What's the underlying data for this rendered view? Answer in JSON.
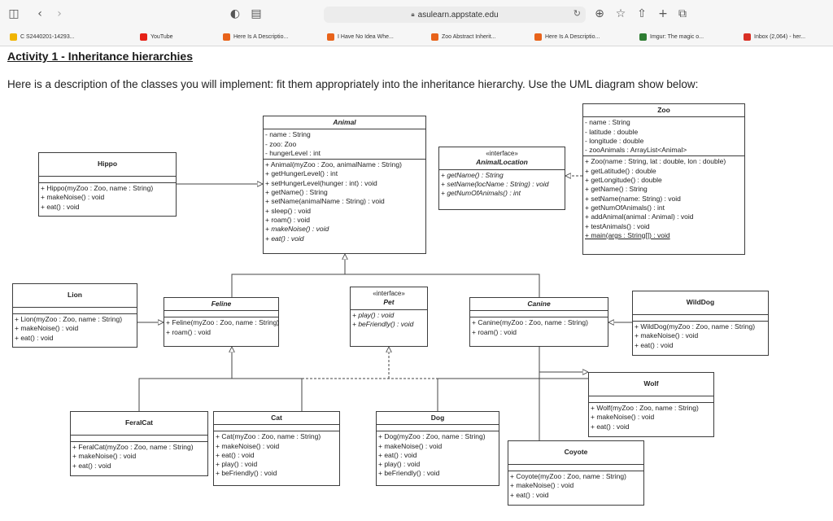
{
  "browser": {
    "url": "asulearn.appstate.edu",
    "bookmarks": [
      {
        "label": "C S2440201-14293...",
        "color": "#f0b400",
        "icon": "asu-star-icon"
      },
      {
        "label": "YouTube",
        "color": "#e62117",
        "icon": "youtube-icon"
      },
      {
        "label": "Here Is A Descriptio...",
        "color": "#e8631a",
        "icon": "chegg-icon"
      },
      {
        "label": "I Have No Idea Whe...",
        "color": "#e8631a",
        "icon": "chegg-icon"
      },
      {
        "label": "Zoo Abstract Inherit...",
        "color": "#e8631a",
        "icon": "chegg-icon"
      },
      {
        "label": "Here Is A Descriptio...",
        "color": "#e8631a",
        "icon": "chegg-icon"
      },
      {
        "label": "Imgur: The magic o...",
        "color": "#2e7d32",
        "icon": "imgur-icon"
      },
      {
        "label": "Inbox (2,064) - her...",
        "color": "#d93025",
        "icon": "gmail-icon"
      }
    ]
  },
  "page": {
    "heading": "Activity 1 - Inheritance hierarchies",
    "intro": "Here is a description of the classes you will implement: fit them appropriately into the inheritance hierarchy.  Use the UML diagram show below:"
  },
  "uml": {
    "hippo": {
      "name": "Hippo",
      "attributes": [],
      "methods": [
        "+ Hippo(myZoo : Zoo, name : String)",
        "+ makeNoise() : void",
        "+ eat() : void"
      ]
    },
    "animal": {
      "name": "Animal",
      "attributes": [
        "- name : String",
        "- zoo: Zoo",
        "- hungerLevel : int"
      ],
      "methods": [
        "+ Animal(myZoo : Zoo, animalName : String)",
        "+ getHungerLevel() : int",
        "+ setHungerLevel(hunger : int) : void",
        "+ getName() : String",
        "+ setName(animalName : String) : void",
        "+ sleep() : void",
        "+ roam() : void",
        "+ makeNoise() : void",
        "+ eat() : void"
      ]
    },
    "animallocation": {
      "stereotype": "«interface»",
      "name": "AnimalLocation",
      "methods": [
        "+ getName() : String",
        "+ setName(locName : String) : void",
        "+ getNumOfAnimals() : int"
      ]
    },
    "zoo": {
      "name": "Zoo",
      "attributes": [
        "- name : String",
        "- latitude : double",
        "- longitude : double",
        "- zooAnimals : ArrayList<Animal>"
      ],
      "methods": [
        "+ Zoo(name : String, lat : double, lon : double)",
        "+ getLatitude() : double",
        "+ getLongitude() : double",
        "+ getName() : String",
        "+ setName(name: String) : void",
        "+ getNumOfAnimals() : int",
        "+ addAnimal(animal : Animal) : void",
        "+ testAnimals() : void",
        "+ main(args : String[]) : void"
      ]
    },
    "lion": {
      "name": "Lion",
      "attributes": [],
      "methods": [
        "+ Lion(myZoo : Zoo, name : String)",
        "+ makeNoise() : void",
        "+ eat() : void"
      ]
    },
    "feline": {
      "name": "Feline",
      "attributes": [],
      "methods": [
        "+ Feline(myZoo : Zoo, name : String)",
        "+ roam() : void"
      ]
    },
    "pet": {
      "stereotype": "«interface»",
      "name": "Pet",
      "methods": [
        "+ play() : void",
        "+ beFriendly() : void"
      ]
    },
    "canine": {
      "name": "Canine",
      "attributes": [],
      "methods": [
        "+ Canine(myZoo : Zoo, name : String)",
        "+ roam() : void"
      ]
    },
    "wilddog": {
      "name": "WildDog",
      "attributes": [],
      "methods": [
        "+ WildDog(myZoo : Zoo, name : String)",
        "+ makeNoise() : void",
        "+ eat() : void"
      ]
    },
    "wolf": {
      "name": "Wolf",
      "attributes": [],
      "methods": [
        "+ Wolf(myZoo : Zoo, name : String)",
        "+ makeNoise() : void",
        "+ eat() : void"
      ]
    },
    "feralcat": {
      "name": "FeralCat",
      "attributes": [],
      "methods": [
        "+ FeralCat(myZoo : Zoo, name : String)",
        "+ makeNoise() : void",
        "+ eat() : void"
      ]
    },
    "cat": {
      "name": "Cat",
      "attributes": [],
      "methods": [
        "+ Cat(myZoo : Zoo, name : String)",
        "+ makeNoise() : void",
        "+ eat() : void",
        "+ play() : void",
        "+ beFriendly() : void"
      ]
    },
    "dog": {
      "name": "Dog",
      "attributes": [],
      "methods": [
        "+ Dog(myZoo : Zoo, name : String)",
        "+ makeNoise() : void",
        "+ eat() : void",
        "+ play() : void",
        "+ beFriendly() : void"
      ]
    },
    "coyote": {
      "name": "Coyote",
      "attributes": [],
      "methods": [
        "+ Coyote(myZoo : Zoo, name : String)",
        "+ makeNoise() : void",
        "+ eat() : void"
      ]
    }
  }
}
